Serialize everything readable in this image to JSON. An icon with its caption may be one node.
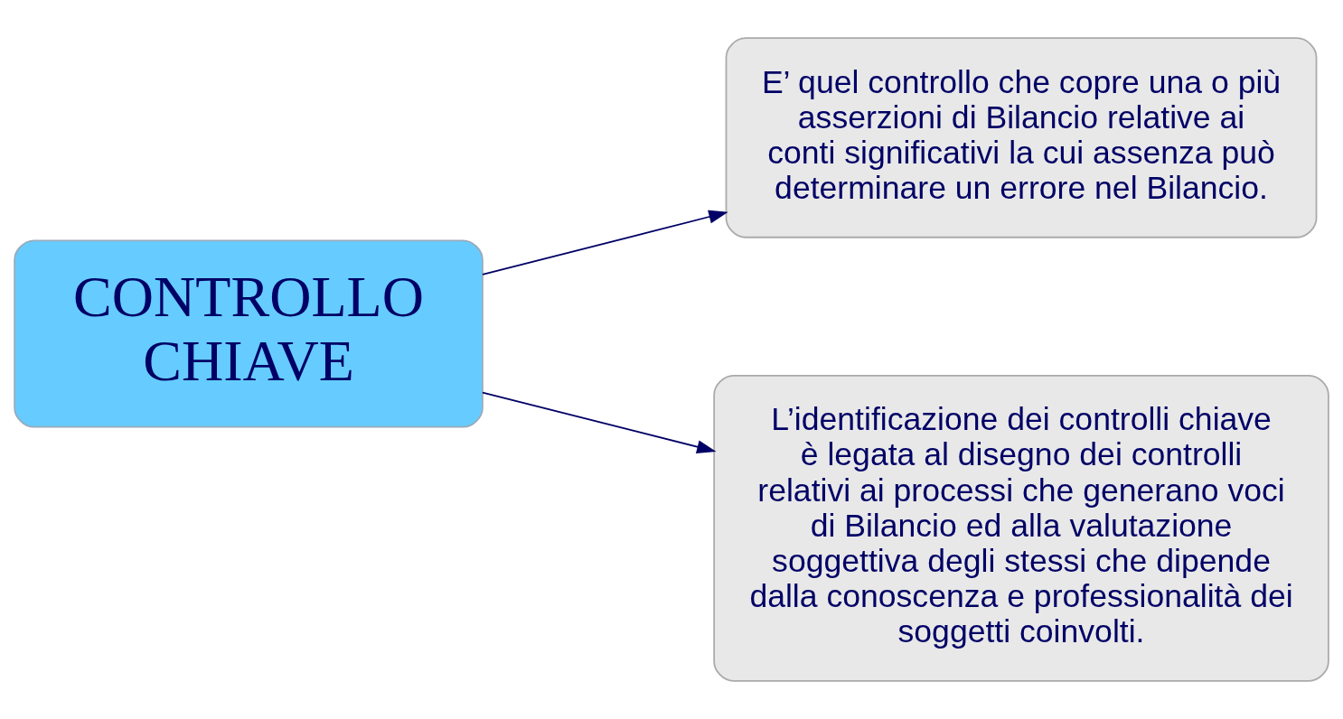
{
  "diagram": {
    "nodes": [
      {
        "text": [
          "CONTROLLO CHIAVE"
        ]
      },
      {
        "text": [
          "E’ quel controllo che copre una o più asserzioni di Bilancio relative ai conti significativi la cui assenza può determinare un errore nel Bilancio."
        ]
      },
      {
        "text": [
          "L’identificazione dei controlli chiave è legata al disegno dei controlli relativi ai processi che generano voci di Bilancio ed alla valutazione soggettiva degli stessi che dipende dalla conoscenza e professionalità dei soggetti coinvolti."
        ]
      }
    ],
    "edges": [
      {
        "from": 0,
        "to": 1,
        "arrow": "to"
      },
      {
        "from": 0,
        "to": 2,
        "arrow": "to"
      }
    ]
  }
}
